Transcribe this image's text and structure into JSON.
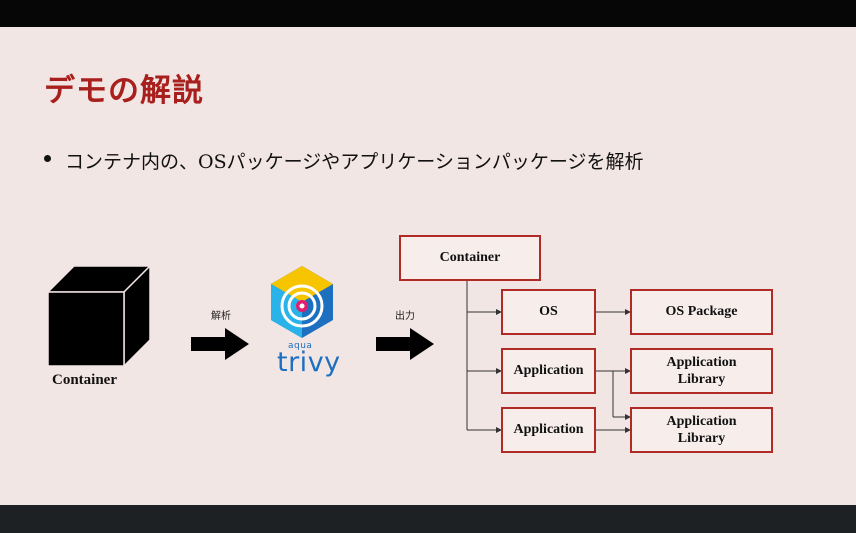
{
  "slide": {
    "title": "デモの解説",
    "bullet": "コンテナ内の、OSパッケージやアプリケーションパッケージを解析"
  },
  "diagram": {
    "input_label": "Container",
    "arrow1_label": "解析",
    "arrow2_label": "出力",
    "tool": {
      "small": "aqua",
      "name": "trivy"
    },
    "tree": {
      "root": "Container",
      "os": "OS",
      "os_package": "OS Package",
      "application_1": "Application",
      "application_2": "Application",
      "library_1": {
        "line1": "Application",
        "line2": "Library"
      },
      "library_2": {
        "line1": "Application",
        "line2": "Library"
      }
    },
    "colors": {
      "box_border": "#b02a26",
      "title": "#a8201d",
      "logo_blue": "#1d6fc0",
      "logo_yellow": "#f7c400",
      "logo_pink": "#e0206f",
      "logo_cyan": "#29b3e8"
    }
  }
}
